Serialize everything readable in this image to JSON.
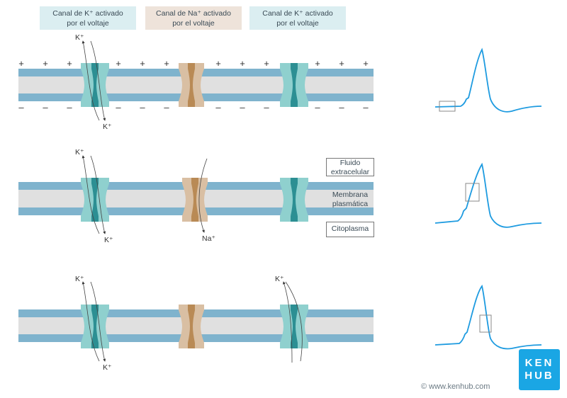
{
  "legend": {
    "k_channel_1": [
      "Canal de K⁺ activado",
      "por el voltaje"
    ],
    "na_channel": [
      "Canal de Na⁺ activado",
      "por el voltaje"
    ],
    "k_channel_2": [
      "Canal de K⁺ activado",
      "por el voltaje"
    ]
  },
  "labels": {
    "extracellular": [
      "Fluido",
      "extracelular"
    ],
    "membrane": [
      "Membrana",
      "plasmática"
    ],
    "cytoplasm": "Citoplasma"
  },
  "ions": {
    "k": "K⁺",
    "na": "Na⁺"
  },
  "charges": {
    "positive": "+",
    "negative": "–"
  },
  "logo": [
    "KEN",
    "HUB"
  ],
  "copyright": "© www.kenhub.com",
  "colors": {
    "k_channel": "#8fd0ce",
    "k_channel_core": "#2c8f93",
    "na_channel": "#d9bfa3",
    "na_channel_core": "#b98a55",
    "membrane_outer": "#7fb3cd",
    "membrane_inner": "#e0e0e0",
    "trace": "#1e9be0"
  }
}
